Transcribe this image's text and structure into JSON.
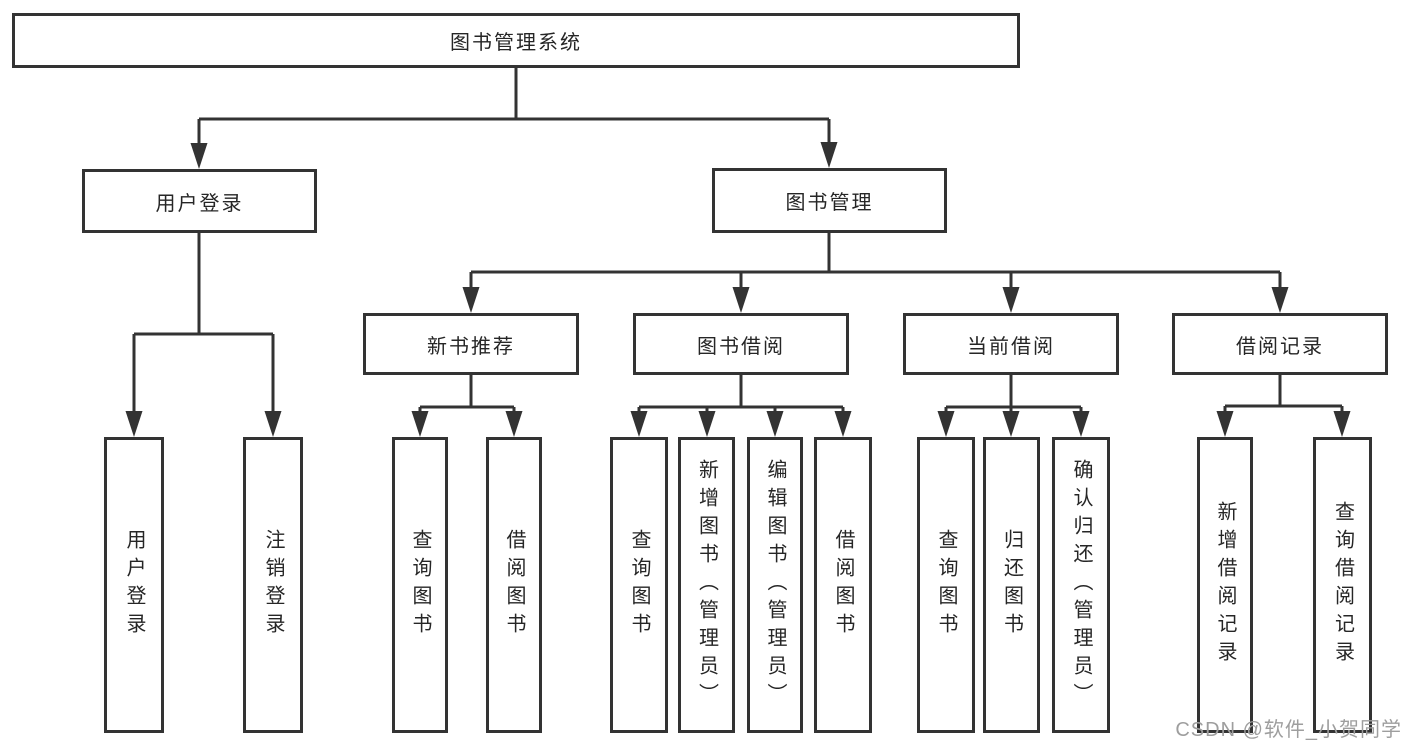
{
  "tree": {
    "label": "图书管理系统",
    "children": [
      {
        "label": "用户登录",
        "children": [
          {
            "label": "用户登录"
          },
          {
            "label": "注销登录"
          }
        ]
      },
      {
        "label": "图书管理",
        "children": [
          {
            "label": "新书推荐",
            "children": [
              {
                "label": "查询图书"
              },
              {
                "label": "借阅图书"
              }
            ]
          },
          {
            "label": "图书借阅",
            "children": [
              {
                "label": "查询图书"
              },
              {
                "label": "新增图书（管理员）"
              },
              {
                "label": "编辑图书（管理员）"
              },
              {
                "label": "借阅图书"
              }
            ]
          },
          {
            "label": "当前借阅",
            "children": [
              {
                "label": "查询图书"
              },
              {
                "label": "归还图书"
              },
              {
                "label": "确认归还（管理员）"
              }
            ]
          },
          {
            "label": "借阅记录",
            "children": [
              {
                "label": "新增借阅记录"
              },
              {
                "label": "查询借阅记录"
              }
            ]
          }
        ]
      }
    ]
  },
  "watermark": {
    "text": "CSDN @软件_小贺同学"
  },
  "colors": {
    "line": "#333333",
    "text": "#262626",
    "box_fill": "#ffffff",
    "watermark": "#9e9e9e",
    "background": "#ffffff"
  }
}
